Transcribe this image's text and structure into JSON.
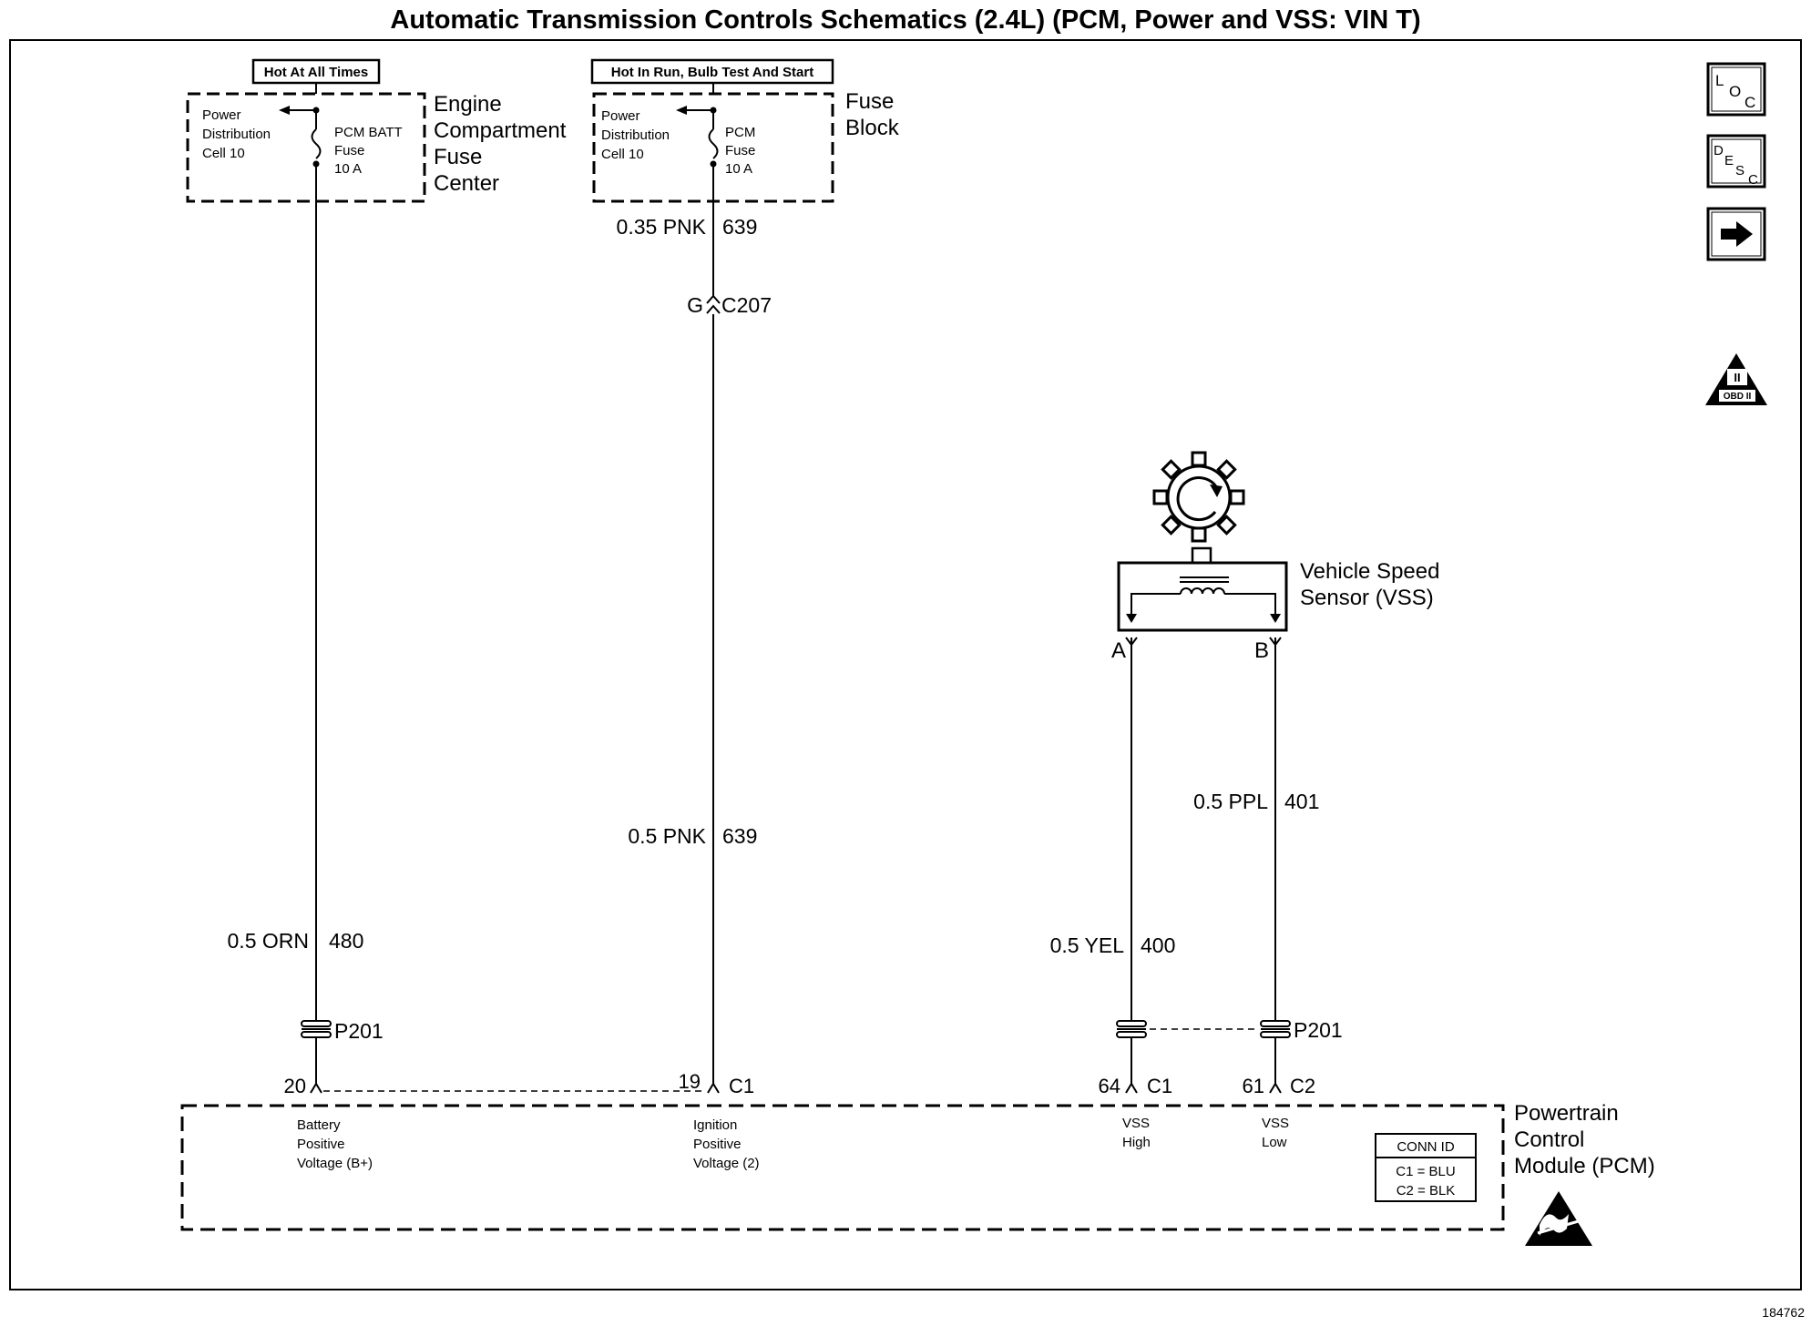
{
  "title": "Automatic Transmission Controls Schematics (2.4L) (PCM, Power and VSS: VIN T)",
  "figure_id": "184762",
  "nav_buttons": {
    "loc": {
      "l": "L",
      "o": "O",
      "c": "C"
    },
    "desc": {
      "d": "D",
      "e": "E",
      "s": "S",
      "c": "C"
    },
    "next": "→"
  },
  "obd_badge": {
    "roman": "II",
    "label": "OBD II"
  },
  "left_fuse": {
    "hot_label": "Hot At All Times",
    "dist_line1": "Power",
    "dist_line2": "Distribution",
    "dist_line3": "Cell 10",
    "fuse_line1": "PCM BATT",
    "fuse_line2": "Fuse",
    "fuse_line3": "10 A",
    "box_line1": "Engine",
    "box_line2": "Compartment",
    "box_line3": "Fuse",
    "box_line4": "Center"
  },
  "mid_fuse": {
    "hot_label": "Hot In Run, Bulb Test And Start",
    "dist_line1": "Power",
    "dist_line2": "Distribution",
    "dist_line3": "Cell 10",
    "fuse_line1": "PCM",
    "fuse_line2": "Fuse",
    "fuse_line3": "10 A",
    "box_line1": "Fuse",
    "box_line2": "Block"
  },
  "wires": {
    "w639_top": {
      "gauge": "0.35 PNK",
      "circuit": "639"
    },
    "w639_bot": {
      "gauge": "0.5 PNK",
      "circuit": "639"
    },
    "w480": {
      "gauge": "0.5 ORN",
      "circuit": "480"
    },
    "w400": {
      "gauge": "0.5 YEL",
      "circuit": "400"
    },
    "w401": {
      "gauge": "0.5 PPL",
      "circuit": "401"
    }
  },
  "connector_c207": {
    "pin": "G",
    "name": "C207"
  },
  "vss": {
    "line1": "Vehicle Speed",
    "line2": "Sensor (VSS)",
    "pin_a": "A",
    "pin_b": "B"
  },
  "p201_left": "P201",
  "p201_right": "P201",
  "pcm_pins": {
    "p20": {
      "pin": "20"
    },
    "p19": {
      "pin": "19",
      "conn": "C1"
    },
    "p64": {
      "pin": "64",
      "conn": "C1"
    },
    "p61": {
      "pin": "61",
      "conn": "C2"
    }
  },
  "pcm_inputs": {
    "bplus": {
      "l1": "Battery",
      "l2": "Positive",
      "l3": "Voltage (B+)"
    },
    "ign": {
      "l1": "Ignition",
      "l2": "Positive",
      "l3": "Voltage (2)"
    },
    "vss_high": {
      "l1": "VSS",
      "l2": "High"
    },
    "vss_low": {
      "l1": "VSS",
      "l2": "Low"
    }
  },
  "pcm_label": {
    "line1": "Powertrain",
    "line2": "Control",
    "line3": "Module (PCM)"
  },
  "conn_id": {
    "header": "CONN ID",
    "c1": "C1 = BLU",
    "c2": "C2 = BLK"
  }
}
